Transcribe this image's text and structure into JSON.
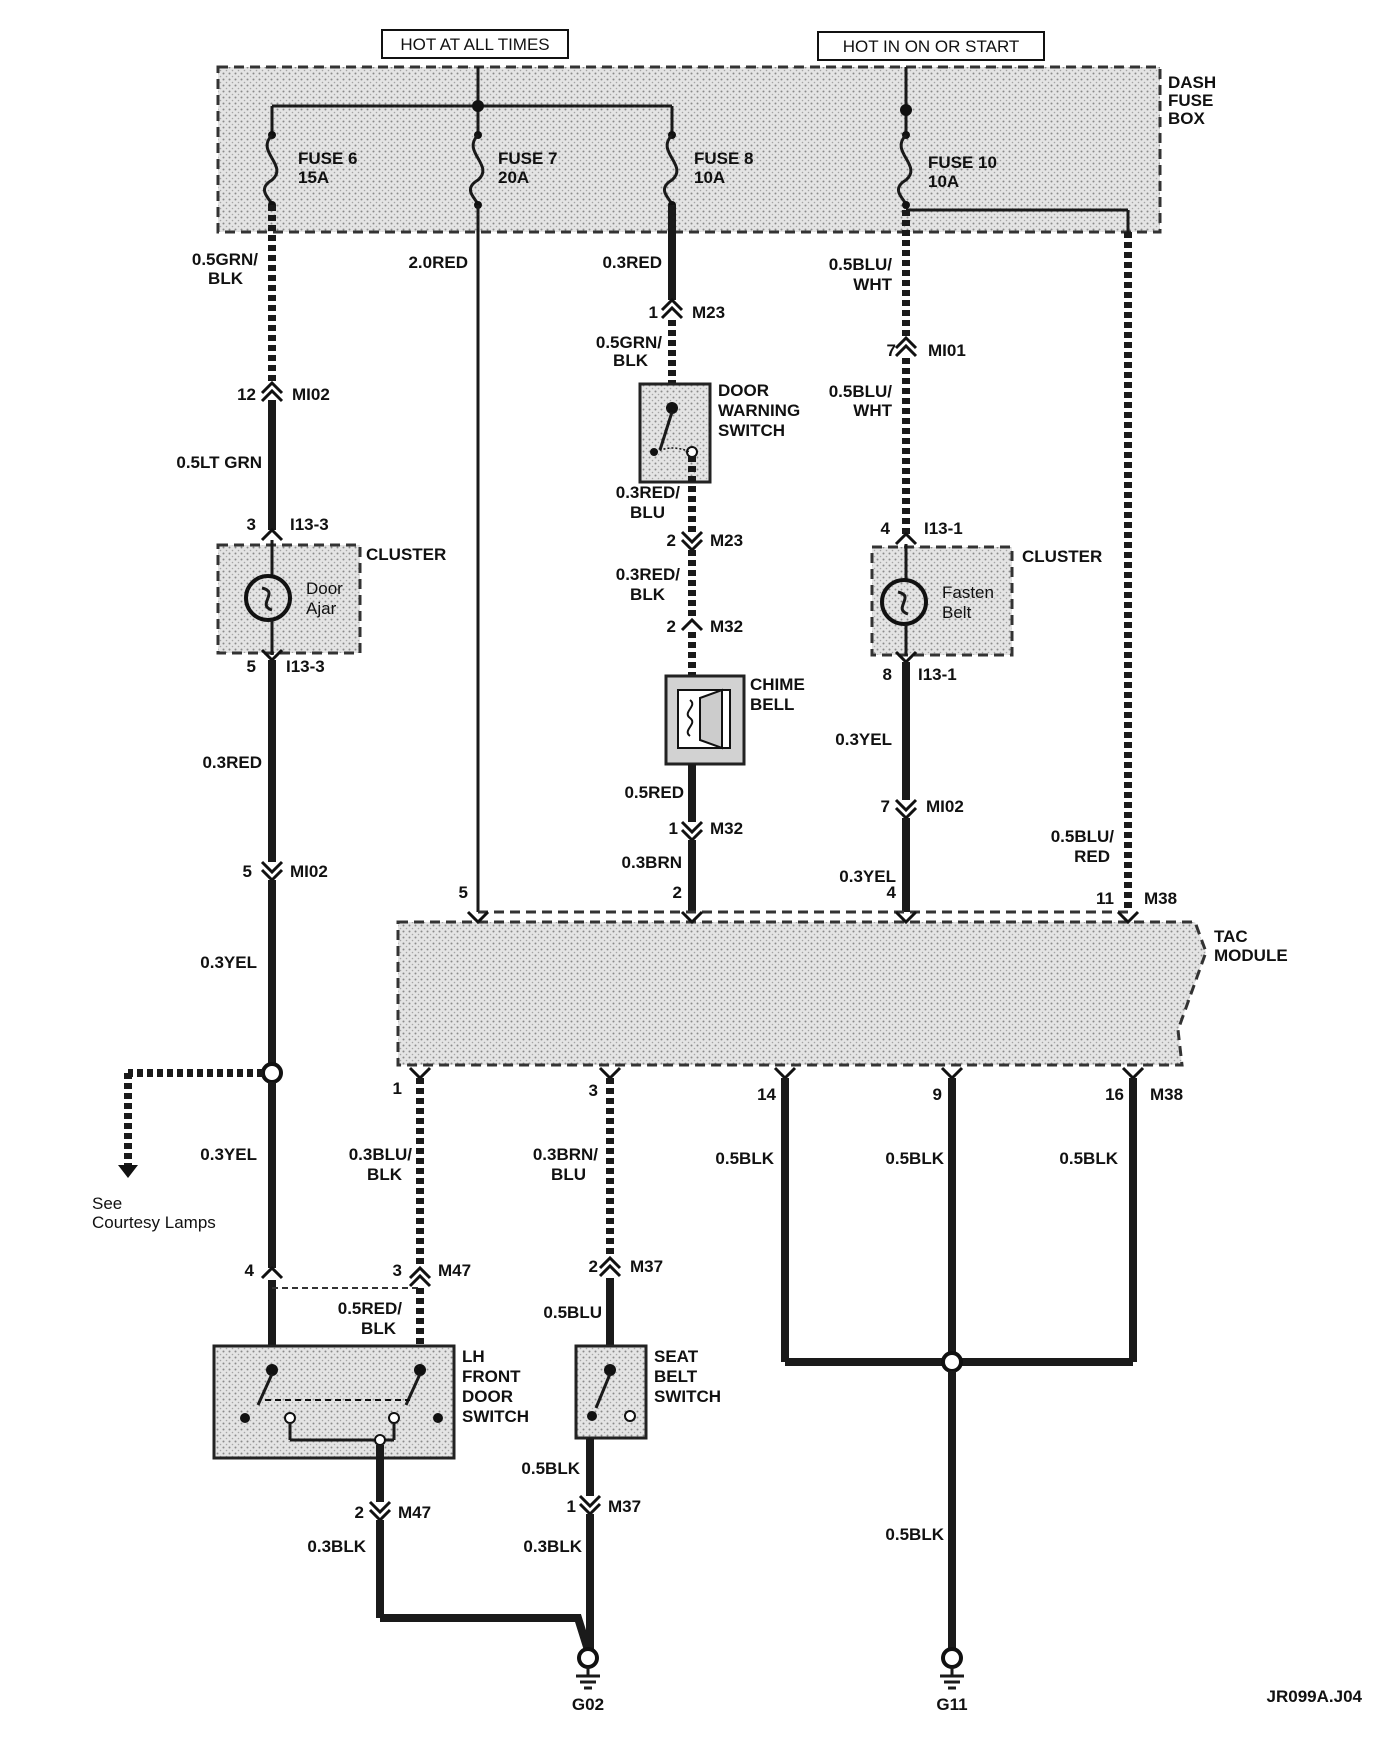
{
  "headers": {
    "hot_always": "HOT AT ALL TIMES",
    "hot_on_start": "HOT IN ON OR START"
  },
  "boxes": {
    "dash_fuse_box": [
      "DASH",
      "FUSE",
      "BOX"
    ],
    "tac_module": [
      "TAC",
      "MODULE"
    ]
  },
  "fuses": [
    {
      "name": "FUSE 6",
      "rating": "15A"
    },
    {
      "name": "FUSE 7",
      "rating": "20A"
    },
    {
      "name": "FUSE 8",
      "rating": "10A"
    },
    {
      "name": "FUSE 10",
      "rating": "10A"
    }
  ],
  "components": {
    "cluster_left": "CLUSTER",
    "door_ajar": [
      "Door",
      "Ajar"
    ],
    "cluster_right": "CLUSTER",
    "fasten_belt": [
      "Fasten",
      "Belt"
    ],
    "door_warning_switch": [
      "DOOR",
      "WARNING",
      "SWITCH"
    ],
    "chime_bell": [
      "CHIME",
      "BELL"
    ],
    "lh_front_door_switch": [
      "LH",
      "FRONT",
      "DOOR",
      "SWITCH"
    ],
    "seat_belt_switch": [
      "SEAT",
      "BELT",
      "SWITCH"
    ],
    "see_courtesy": [
      "See",
      "Courtesy Lamps"
    ]
  },
  "wires": {
    "w1": [
      "0.5GRN/",
      "BLK"
    ],
    "w2": "0.5LT GRN",
    "w3": "0.3RED",
    "w4": "0.3YEL",
    "w5": "0.3YEL",
    "w6": "2.0RED",
    "w7": "0.3RED",
    "w8": [
      "0.5GRN/",
      "BLK"
    ],
    "w9": [
      "0.3RED/",
      "BLU"
    ],
    "w10": [
      "0.3RED/",
      "BLK"
    ],
    "w11": "0.5RED",
    "w12": "0.3BRN",
    "w13": [
      "0.5BLU/",
      "WHT"
    ],
    "w14": [
      "0.5BLU/",
      "WHT"
    ],
    "w15": "0.3YEL",
    "w16": "0.3YEL",
    "w17": [
      "0.5BLU/",
      "RED"
    ],
    "w18": [
      "0.3BLU/",
      "BLK"
    ],
    "w19": [
      "0.5RED/",
      "BLK"
    ],
    "w20": [
      "0.3BRN/",
      "BLU"
    ],
    "w21": "0.5BLU",
    "w22": "0.5BLK",
    "w23": "0.3BLK",
    "w24": "0.3BLK",
    "w25": "0.5BLK",
    "w26": "0.5BLK",
    "w27": "0.5BLK",
    "w28": "0.5BLK"
  },
  "connectors": {
    "c_mi02_12": {
      "pin": "12",
      "id": "MI02"
    },
    "c_i133_3": {
      "pin": "3",
      "id": "I13-3"
    },
    "c_i133_5": {
      "pin": "5",
      "id": "I13-3"
    },
    "c_mi02_5": {
      "pin": "5",
      "id": "MI02"
    },
    "c_m23_1": {
      "pin": "1",
      "id": "M23"
    },
    "c_m23_2": {
      "pin": "2",
      "id": "M23"
    },
    "c_m32_2": {
      "pin": "2",
      "id": "M32"
    },
    "c_m32_1": {
      "pin": "1",
      "id": "M32"
    },
    "c_mi01_7": {
      "pin": "7",
      "id": "MI01"
    },
    "c_i131_4": {
      "pin": "4",
      "id": "I13-1"
    },
    "c_i131_8": {
      "pin": "8",
      "id": "I13-1"
    },
    "c_mi02_7": {
      "pin": "7",
      "id": "MI02"
    },
    "c_m47_4": {
      "pin": "4",
      "id": ""
    },
    "c_m47_3": {
      "pin": "3",
      "id": "M47"
    },
    "c_m37_2": {
      "pin": "2",
      "id": "M37"
    },
    "c_m47_2": {
      "pin": "2",
      "id": "M47"
    },
    "c_m37_1": {
      "pin": "1",
      "id": "M37"
    }
  },
  "tac_pins_top": [
    "5",
    "2",
    "4",
    "11"
  ],
  "tac_pins_top_conn": "M38",
  "tac_pins_bottom": [
    "1",
    "3",
    "14",
    "9",
    "16"
  ],
  "tac_pins_bottom_conn": "M38",
  "grounds": [
    "G02",
    "G11"
  ],
  "diagram_id": "JR099A.J04"
}
